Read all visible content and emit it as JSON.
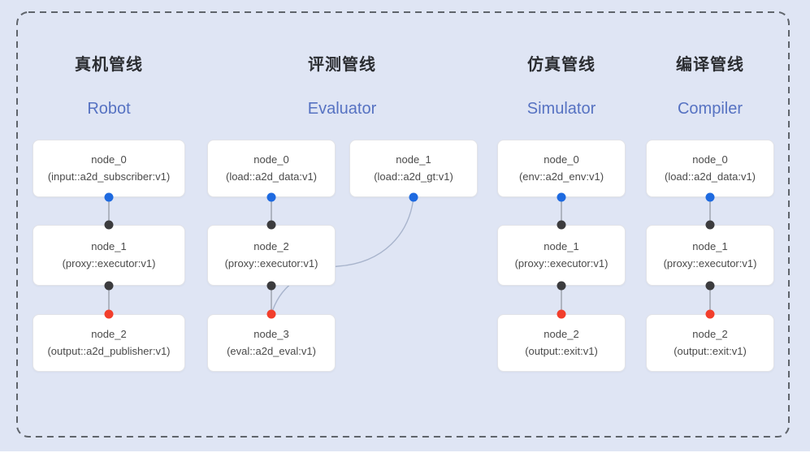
{
  "pipelines": [
    {
      "id": "robot",
      "title_zh": "真机管线",
      "title_en": "Robot",
      "nodes": [
        {
          "name": "node_0",
          "type": "(input::a2d_subscriber:v1)",
          "dot_bottom": "blue"
        },
        {
          "name": "node_1",
          "type": "(proxy::executor:v1)",
          "dot_top": "dark",
          "dot_bottom": "dark"
        },
        {
          "name": "node_2",
          "type": "(output::a2d_publisher:v1)",
          "dot_top": "red"
        }
      ],
      "edges": [
        "node_0 → node_1",
        "node_1 → node_2"
      ]
    },
    {
      "id": "evaluator",
      "title_zh": "评测管线",
      "title_en": "Evaluator",
      "nodes": [
        {
          "name": "node_0",
          "type": "(load::a2d_data:v1)",
          "dot_bottom": "blue"
        },
        {
          "name": "node_1",
          "type": "(load::a2d_gt:v1)",
          "dot_bottom": "blue"
        },
        {
          "name": "node_2",
          "type": "(proxy::executor:v1)",
          "dot_top": "dark",
          "dot_bottom": "dark"
        },
        {
          "name": "node_3",
          "type": "(eval::a2d_eval:v1)",
          "dot_top": "red"
        }
      ],
      "edges": [
        "node_0 → node_2",
        "node_2 → node_3",
        "node_1 → node_3 (curved)"
      ]
    },
    {
      "id": "simulator",
      "title_zh": "仿真管线",
      "title_en": "Simulator",
      "nodes": [
        {
          "name": "node_0",
          "type": "(env::a2d_env:v1)",
          "dot_bottom": "blue"
        },
        {
          "name": "node_1",
          "type": "(proxy::executor:v1)",
          "dot_top": "dark",
          "dot_bottom": "dark"
        },
        {
          "name": "node_2",
          "type": "(output::exit:v1)",
          "dot_top": "red"
        }
      ],
      "edges": [
        "node_0 → node_1",
        "node_1 → node_2"
      ]
    },
    {
      "id": "compiler",
      "title_zh": "编译管线",
      "title_en": "Compiler",
      "nodes": [
        {
          "name": "node_0",
          "type": "(load::a2d_data:v1)",
          "dot_bottom": "blue"
        },
        {
          "name": "node_1",
          "type": "(proxy::executor:v1)",
          "dot_top": "dark",
          "dot_bottom": "dark"
        },
        {
          "name": "node_2",
          "type": "(output::exit:v1)",
          "dot_top": "red"
        }
      ],
      "edges": [
        "node_0 → node_1",
        "node_1 → node_2"
      ]
    }
  ],
  "colors": {
    "bg": "#dfe5f4",
    "box_border": "#e2e3e8",
    "node_text": "#4a4a4a",
    "title_zh": "#2b2d31",
    "title_en": "#5672c2",
    "dot_blue": "#1e6ae0",
    "dot_dark": "#3c3c3e",
    "dot_red": "#f23e2c",
    "connector": "#8d939e",
    "curve": "#a8b4cc",
    "dashed_border": "#5f646b"
  }
}
